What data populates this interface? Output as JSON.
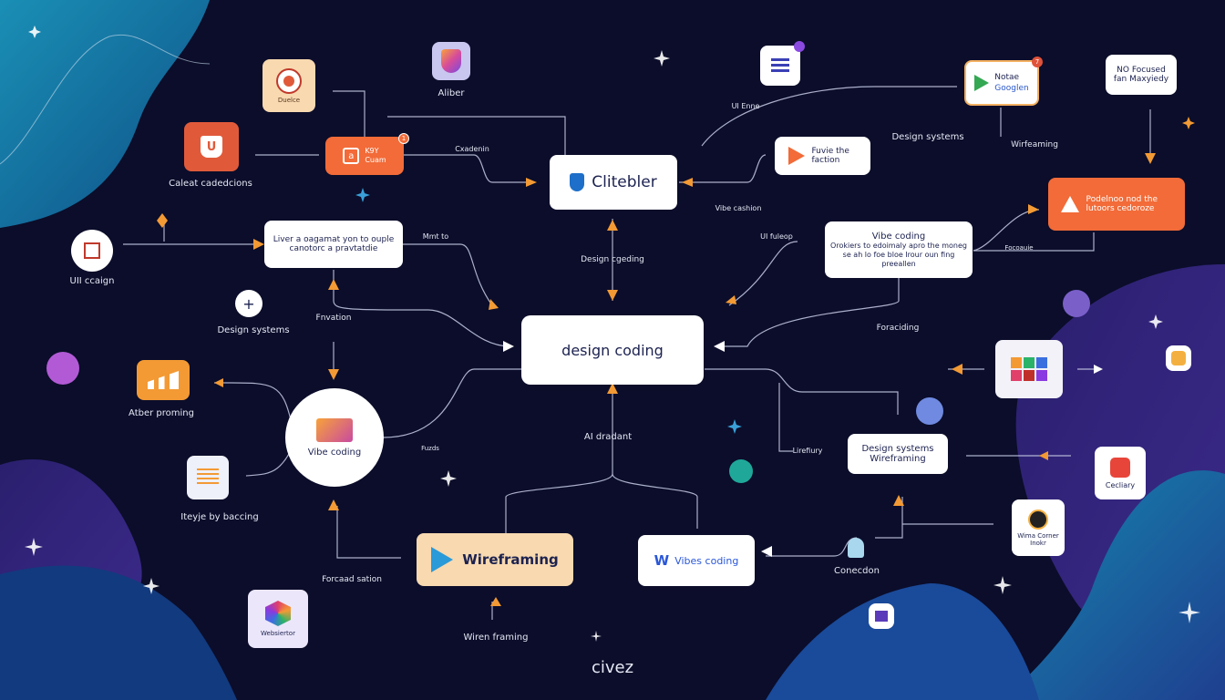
{
  "colors": {
    "background": "#0b0d2a",
    "accent": "#f39a34",
    "orange": "#f26b38",
    "peach": "#f8d9b0",
    "teal": "#1aa3c4",
    "purple": "#3a2a7a"
  },
  "center": {
    "title": "design coding"
  },
  "nodes": {
    "clitebler": "Clitebler",
    "duelce": "Duelce",
    "aliber": "Aliber",
    "caleat": "Caleat cadedcions",
    "orange_box": {
      "line1": "K9Y",
      "line2": "Cuam",
      "badge": "1"
    },
    "liver": "Liver a oagamat yon to ouple canotorc a pravtatdie",
    "ui_design": "UII ccaign",
    "design_systems_left": "Design systems",
    "atber": "Atber proming",
    "vibe_circle": "Vibe coding",
    "iteyje": "Iteyje by baccing",
    "wireframing": "Wireframing",
    "websiertor": "Websiertor",
    "wiren_framing": "Wiren framing",
    "fuvie": "Fuvie the faction",
    "google": {
      "line1": "Notae",
      "line2": "Googlen",
      "badge": "7"
    },
    "no_focused": "NO Focused fan Maxyiedy",
    "warning": "Podelnoo nod the lutoors cedoroze",
    "vibe_box": {
      "title": "Vibe coding",
      "body": "Orokiers to edoimaly apro the moneg se ah lo foe bloe Irour oun fing preeallen"
    },
    "ds_wire": {
      "line1": "Design systems",
      "line2": "Wireframing"
    },
    "vibes_coding": {
      "letter": "W",
      "label": "Vibes coding"
    },
    "cecliary": "Cecliary",
    "wima": "Wima Corner Inokr",
    "connection": "Conecdon"
  },
  "edge_labels": [
    "Cxadenin",
    "UI Enne",
    "Design systems",
    "Wirfeaming",
    "Vibe cashion",
    "Mmt to",
    "Design cgeding",
    "UI fuleop",
    "Focoauie",
    "Fnvation",
    "Foraciding",
    "Fuzds",
    "AI dradant",
    "Lirefiury",
    "Forcaad sation"
  ],
  "footer": {
    "brand": "civez"
  }
}
